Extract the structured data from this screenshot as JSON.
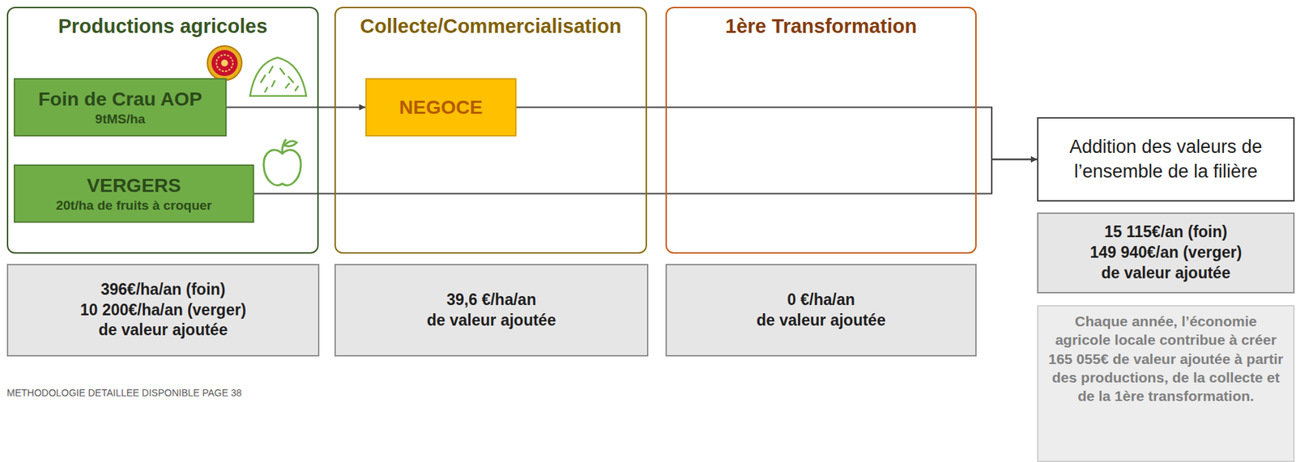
{
  "diagram": {
    "nodes": [
      {
        "text": [
          "Productions agricoles"
        ]
      },
      {
        "text": [
          "Foin de Crau AOP",
          "9tMS/ha"
        ],
        "in": 0
      },
      {
        "text": [
          "VERGERS",
          "20t/ha de fruits à croquer"
        ],
        "in": 0
      },
      {
        "text": [
          "Collecte/Commercialisation"
        ]
      },
      {
        "text": [
          "NEGOCE"
        ],
        "in": 3
      },
      {
        "text": [
          "1ère Transformation"
        ]
      },
      {
        "text": [
          "396€/ha/an (foin)",
          "10 200€/ha/an (verger)",
          "de valeur ajoutée"
        ]
      },
      {
        "text": [
          "39,6 €/ha/an",
          "de valeur ajoutée"
        ]
      },
      {
        "text": [
          "0 €/ha/an",
          "de valeur ajoutée"
        ]
      },
      {
        "text": [
          "Addition des valeurs de l’ensemble de la filière"
        ]
      },
      {
        "text": [
          "15 115€/an (foin)",
          "149 940€/an (verger)",
          "de valeur ajoutée"
        ]
      },
      {
        "text": [
          "Chaque année, l’économie agricole locale contribue à créer 165 055€ de valeur ajoutée à partir des productions, de la collecte et de la 1ère transformation."
        ]
      }
    ],
    "edges": [
      {
        "from": 1,
        "to": 4,
        "arrow": "to"
      },
      {
        "from": 4,
        "to": 9,
        "arrow": "to"
      },
      {
        "from": 2,
        "to": 9,
        "arrow": "to"
      }
    ],
    "labels": [
      "METHODOLOGIE DETAILLEE DISPONIBLE PAGE 38"
    ]
  }
}
